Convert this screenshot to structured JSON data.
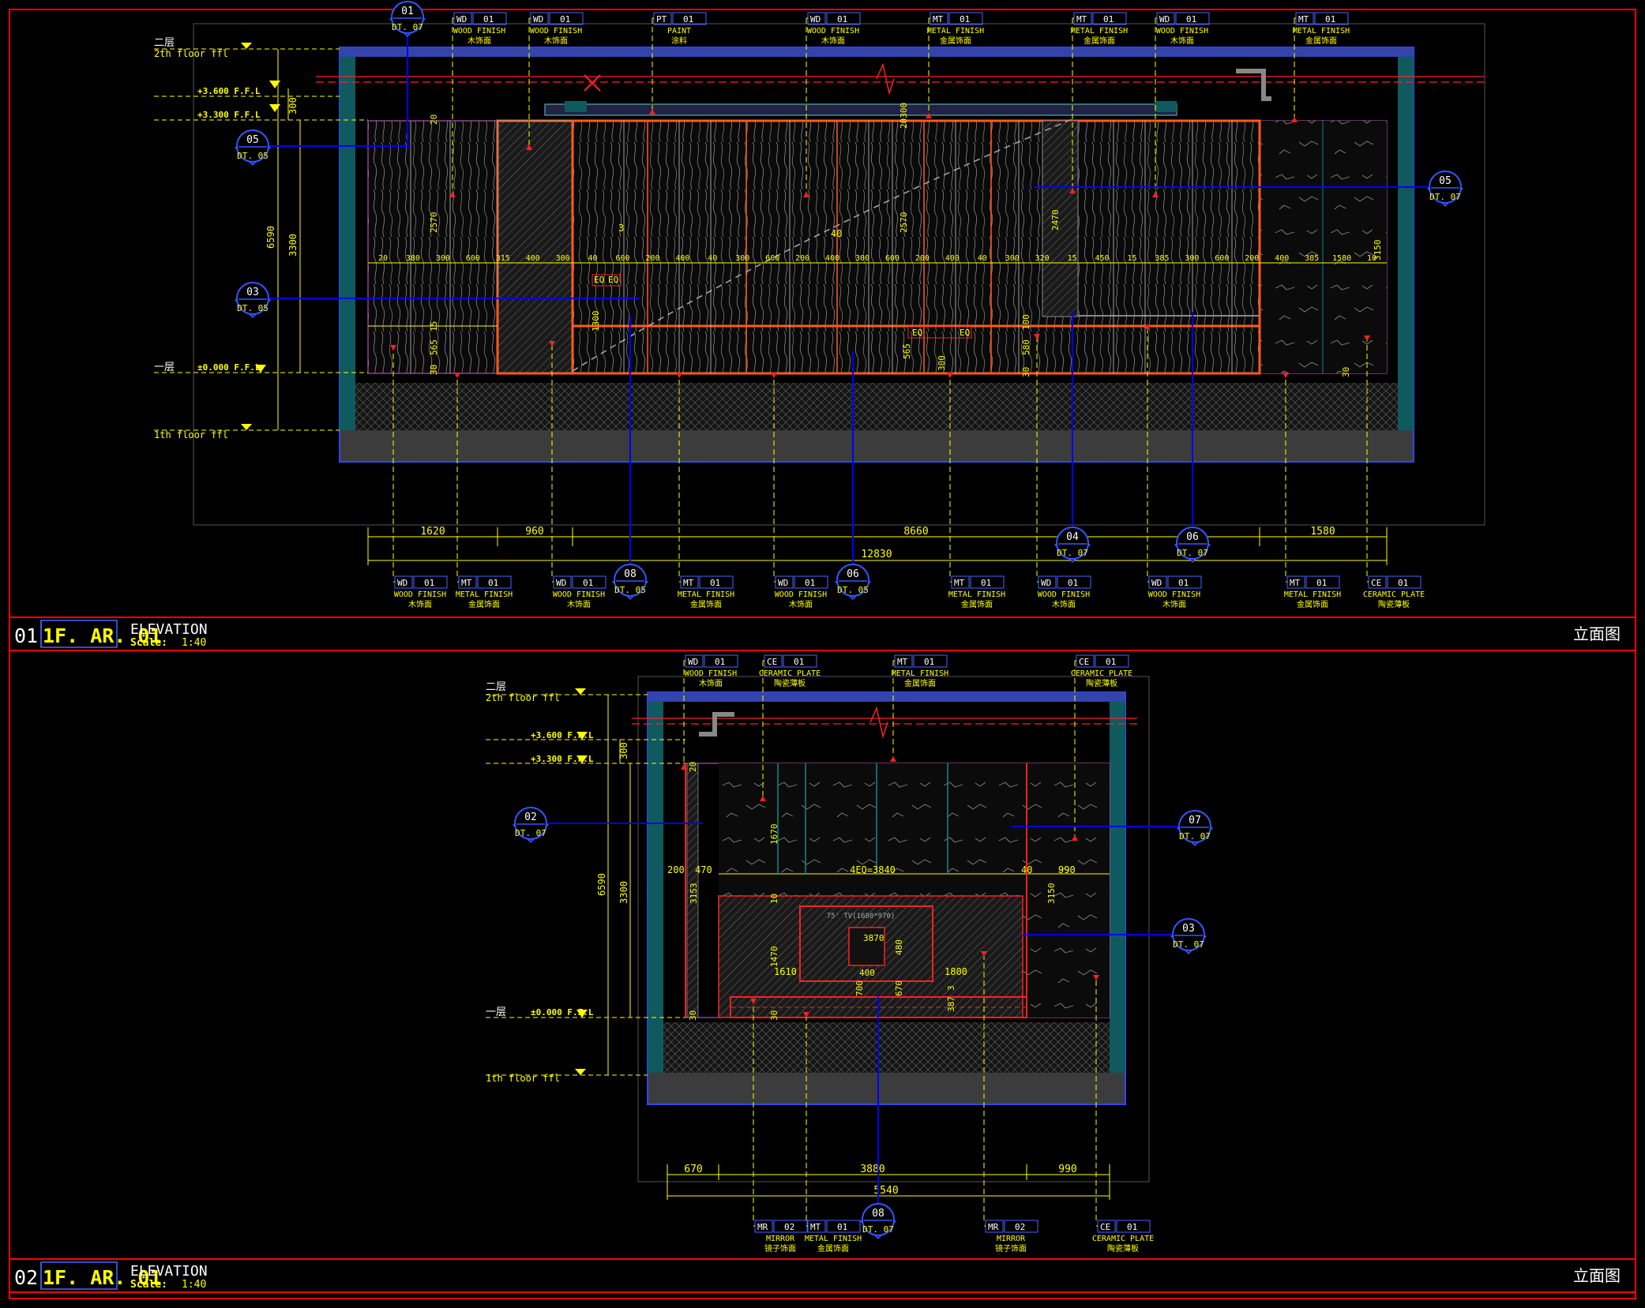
{
  "colors": {
    "background": "#000000",
    "frame_red": "#ff0000",
    "dimension_yellow": "#ffff00",
    "section_blue": "#0000ff",
    "text_white": "#ffffff",
    "wall_teal": "#0f5a5f",
    "panel_orange": "#ff5a1e",
    "grey_fill": "#3c3c3c"
  },
  "drawing1": {
    "title_number": "01",
    "title_code": "1F. AR. 01",
    "title_name": "ELEVATION",
    "scale_label": "Scale:",
    "scale_value": "1:40",
    "title_cn": "立面图",
    "levels": {
      "upper_cn": "二层",
      "upper_en": "2th floor ffl",
      "ceiling1": "+3.600 F.F.L",
      "ceiling2": "+3.300 F.F.L",
      "lower_cn": "一层",
      "floor": "±0.000 F.F.L",
      "lower_en": "1th floor ffl"
    },
    "vertical_dims": [
      "300",
      "6590",
      "3300",
      "20",
      "2570",
      "15",
      "565",
      "30"
    ],
    "top_tags": [
      {
        "code": "WD",
        "num": "01",
        "en": "WOOD FINISH",
        "cn": "木饰面"
      },
      {
        "code": "WD",
        "num": "01",
        "en": "WOOD FINISH",
        "cn": "木饰面"
      },
      {
        "code": "PT",
        "num": "01",
        "en": "PAINT",
        "cn": "涂料"
      },
      {
        "code": "WD",
        "num": "01",
        "en": "WOOD FINISH",
        "cn": "木饰面"
      },
      {
        "code": "MT",
        "num": "01",
        "en": "METAL FINISH",
        "cn": "金属饰面"
      },
      {
        "code": "MT",
        "num": "01",
        "en": "METAL FINISH",
        "cn": "金属饰面"
      },
      {
        "code": "WD",
        "num": "01",
        "en": "WOOD FINISH",
        "cn": "木饰面"
      },
      {
        "code": "MT",
        "num": "01",
        "en": "METAL FINISH",
        "cn": "金属饰面"
      }
    ],
    "bottom_tags": [
      {
        "code": "WD",
        "num": "01",
        "en": "WOOD FINISH",
        "cn": "木饰面"
      },
      {
        "code": "MT",
        "num": "01",
        "en": "METAL FINISH",
        "cn": "金属饰面"
      },
      {
        "code": "WD",
        "num": "01",
        "en": "WOOD FINISH",
        "cn": "木饰面"
      },
      {
        "code": "MT",
        "num": "01",
        "en": "METAL FINISH",
        "cn": "金属饰面"
      },
      {
        "code": "WD",
        "num": "01",
        "en": "WOOD FINISH",
        "cn": "木饰面"
      },
      {
        "code": "MT",
        "num": "01",
        "en": "METAL FINISH",
        "cn": "金属饰面"
      },
      {
        "code": "WD",
        "num": "01",
        "en": "WOOD FINISH",
        "cn": "木饰面"
      },
      {
        "code": "WD",
        "num": "01",
        "en": "WOOD FINISH",
        "cn": "木饰面"
      },
      {
        "code": "MT",
        "num": "01",
        "en": "METAL FINISH",
        "cn": "金属饰面"
      },
      {
        "code": "CE",
        "num": "01",
        "en": "CERAMIC PLATE",
        "cn": "陶瓷薄板"
      }
    ],
    "section_markers": [
      {
        "num": "01",
        "ref": "DT. 07"
      },
      {
        "num": "05",
        "ref": "DT. 05"
      },
      {
        "num": "03",
        "ref": "DT. 05"
      },
      {
        "num": "05",
        "ref": "DT. 07"
      },
      {
        "num": "08",
        "ref": "DT. 05"
      },
      {
        "num": "06",
        "ref": "DT. 05"
      },
      {
        "num": "04",
        "ref": "DT. 07"
      },
      {
        "num": "06",
        "ref": "DT. 07"
      }
    ],
    "bottom_dims": [
      "1620",
      "960",
      "8660",
      "1580"
    ],
    "total_dim": "12830",
    "inner_row_dims": [
      "20",
      "380",
      "300",
      "600",
      "315",
      "400",
      "300",
      "40",
      "600",
      "200",
      "400",
      "40",
      "300",
      "600",
      "200",
      "400",
      "300",
      "600",
      "200",
      "400",
      "40",
      "300",
      "320",
      "15",
      "450",
      "15",
      "385",
      "300",
      "600",
      "200",
      "400",
      "385",
      "1580",
      "10"
    ],
    "inner_dims": [
      "2570",
      "40",
      "3",
      "20",
      "20300",
      "2470",
      "3150",
      "1300",
      "565",
      "300",
      "100",
      "580",
      "EQ",
      "EQ",
      "EQ",
      "EQ",
      "30",
      "30",
      "30"
    ]
  },
  "drawing2": {
    "title_number": "02",
    "title_code": "1F. AR. 01",
    "title_name": "ELEVATION",
    "scale_label": "Scale:",
    "scale_value": "1:40",
    "title_cn": "立面图",
    "levels": {
      "upper_cn": "二层",
      "upper_en": "2th floor ffl",
      "ceiling1": "+3.600 F.F.L",
      "ceiling2": "+3.300 F.F.L",
      "lower_cn": "一层",
      "floor": "±0.000 F.F.L",
      "lower_en": "1th floor ffl"
    },
    "vertical_dims": [
      "300",
      "6590",
      "3300"
    ],
    "top_tags": [
      {
        "code": "WD",
        "num": "01",
        "en": "WOOD FINISH",
        "cn": "木饰面"
      },
      {
        "code": "CE",
        "num": "01",
        "en": "CERAMIC PLATE",
        "cn": "陶瓷薄板"
      },
      {
        "code": "MT",
        "num": "01",
        "en": "METAL FINISH",
        "cn": "金属饰面"
      },
      {
        "code": "CE",
        "num": "01",
        "en": "CERAMIC PLATE",
        "cn": "陶瓷薄板"
      }
    ],
    "bottom_tags": [
      {
        "code": "MR",
        "num": "02",
        "en": "MIRROR",
        "cn": "镜子饰面"
      },
      {
        "code": "MT",
        "num": "01",
        "en": "METAL FINISH",
        "cn": "金属饰面"
      },
      {
        "code": "MR",
        "num": "02",
        "en": "MIRROR",
        "cn": "镜子饰面"
      },
      {
        "code": "CE",
        "num": "01",
        "en": "CERAMIC PLATE",
        "cn": "陶瓷薄板"
      }
    ],
    "section_markers": [
      {
        "num": "02",
        "ref": "DT. 07"
      },
      {
        "num": "07",
        "ref": "DT. 07"
      },
      {
        "num": "03",
        "ref": "DT. 07"
      },
      {
        "num": "08",
        "ref": "DT. 07"
      }
    ],
    "bottom_dims": [
      "670",
      "3880",
      "990"
    ],
    "total_dim": "5540",
    "inner_dims": [
      "20",
      "1670",
      "200",
      "470",
      "4EQ=3840",
      "40",
      "990",
      "3150",
      "3153",
      "10",
      "75' TV(1680*970)",
      "3870",
      "480",
      "400",
      "1470",
      "1610",
      "1800",
      "700",
      "670",
      "30",
      "30",
      "387",
      "3"
    ]
  }
}
